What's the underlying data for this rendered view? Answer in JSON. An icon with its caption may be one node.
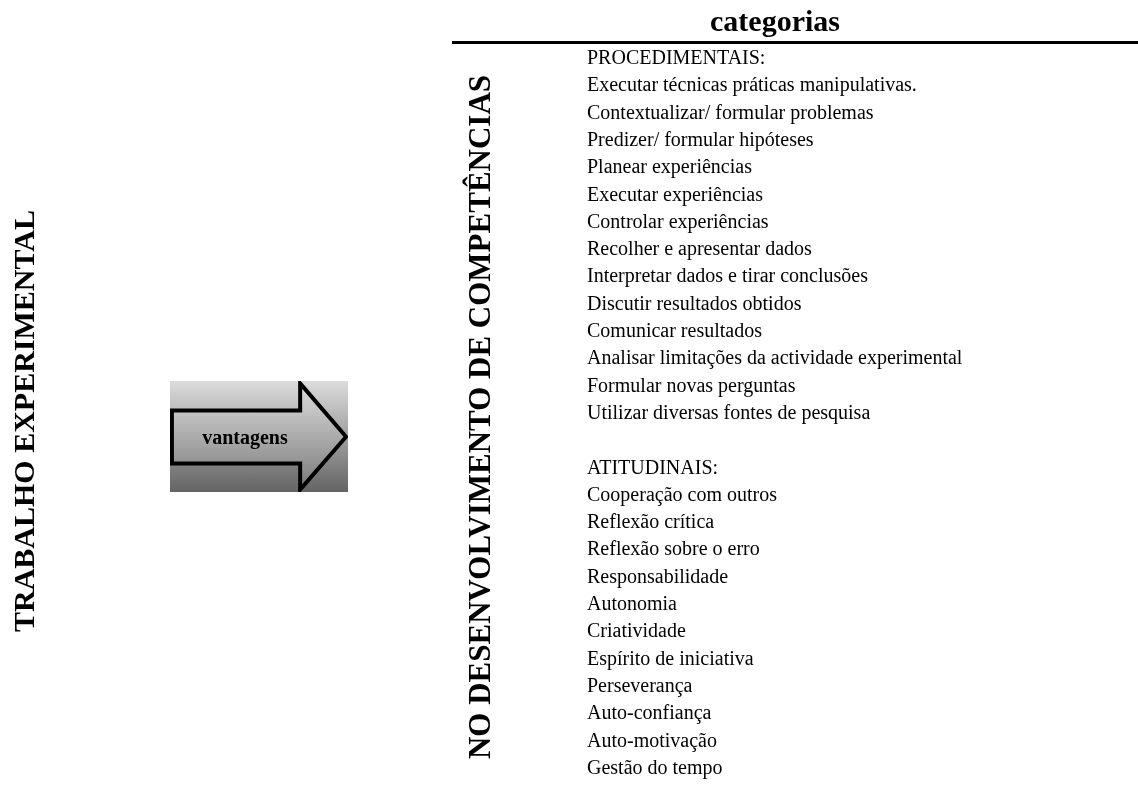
{
  "diagram": {
    "nodes": [
      {
        "text": [
          "TRABALHO EXPERIMENTAL"
        ]
      },
      {
        "text": [
          "vantagens"
        ]
      },
      {
        "text": [
          "NO DESENVOLVIMENTO DE COMPETÊNCIAS"
        ]
      }
    ],
    "edges": [],
    "labels": [
      "categorias",
      "PROCEDIMENTAIS:",
      "Executar técnicas práticas manipulativas.",
      "Contextualizar/ formular problemas",
      "Predizer/ formular hipóteses",
      "Planear experiências",
      "Executar experiências",
      "Controlar experiências",
      "Recolher e apresentar dados",
      "Interpretar dados e tirar conclusões",
      "Discutir resultados obtidos",
      "Comunicar resultados",
      "Analisar limitações da actividade experimental",
      "Formular novas perguntas",
      "Utilizar diversas fontes de pesquisa",
      "ATITUDINAIS:",
      "Cooperação com outros",
      "Reflexão crítica",
      "Reflexão sobre o erro",
      "Responsabilidade",
      "Autonomia",
      "Criatividade",
      "Espírito de iniciativa",
      "Perseverança",
      "Auto-confiança",
      "Auto-motivação",
      "Gestão do tempo"
    ]
  }
}
